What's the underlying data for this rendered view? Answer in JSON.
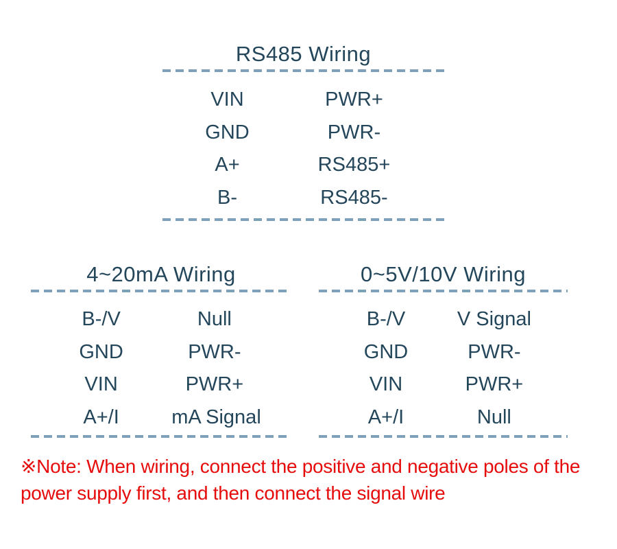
{
  "colors": {
    "text": "#24465a",
    "dash": "#7ea0b8",
    "note": "#e60c0c",
    "background": "#ffffff"
  },
  "sections": {
    "rs485": {
      "title": "RS485 Wiring",
      "rows": [
        {
          "left": "VIN",
          "right": "PWR+"
        },
        {
          "left": "GND",
          "right": "PWR-"
        },
        {
          "left": "A+",
          "right": "RS485+"
        },
        {
          "left": "B-",
          "right": "RS485-"
        }
      ]
    },
    "ma420": {
      "title": "4~20mA Wiring",
      "rows": [
        {
          "left": "B-/V",
          "right": "Null"
        },
        {
          "left": "GND",
          "right": "PWR-"
        },
        {
          "left": "VIN",
          "right": "PWR+"
        },
        {
          "left": "A+/I",
          "right": "mA Signal"
        }
      ]
    },
    "v0510": {
      "title": "0~5V/10V Wiring",
      "rows": [
        {
          "left": "B-/V",
          "right": "V Signal"
        },
        {
          "left": "GND",
          "right": "PWR-"
        },
        {
          "left": "VIN",
          "right": "PWR+"
        },
        {
          "left": "A+/I",
          "right": "Null"
        }
      ]
    }
  },
  "note": {
    "line1": "※Note: When wiring, connect the positive and negative poles of the",
    "line2": "power supply first, and then connect the signal wire"
  }
}
